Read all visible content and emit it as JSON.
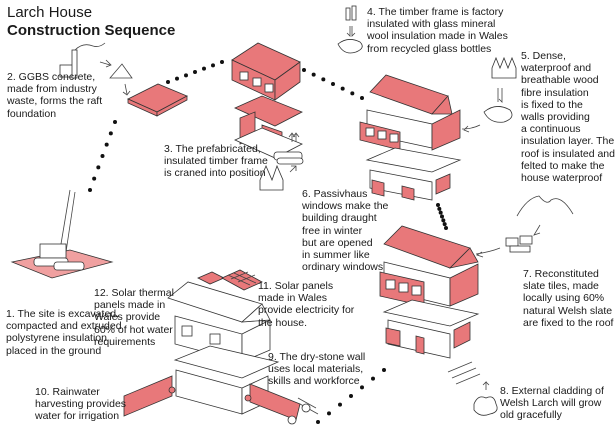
{
  "title": {
    "line1": "Larch House",
    "line2": "Construction Sequence"
  },
  "steps": [
    {
      "number": 1,
      "text": "1. The site is excavated,\ncompacted and extruded\npolystyrene insulation\nplaced in the ground"
    },
    {
      "number": 2,
      "text": "2. GGBS concrete,\nmade from industry\nwaste, forms the raft\nfoundation"
    },
    {
      "number": 3,
      "text": "3. The prefabricated,\ninsulated timber frame\nis craned into position"
    },
    {
      "number": 4,
      "text": "4. The timber frame is factory\ninsulated with glass mineral\nwool insulation made in Wales\nfrom recycled glass bottles"
    },
    {
      "number": 5,
      "text": "5. Dense,\nwaterproof and\nbreathable wood\nfibre insulation\nis fixed to the\nwalls providing\na continuous\ninsulation layer. The\nroof is insulated and\nfelted to make the\nhouse waterproof"
    },
    {
      "number": 6,
      "text": "6. Passivhaus\nwindows make the\nbuilding draught\nfree in winter\nbut are opened\nin summer like\nordinary windows"
    },
    {
      "number": 7,
      "text": "7. Reconstituted\nslate tiles, made\nlocally using 60%\nnatural Welsh slate\nare fixed to the roof"
    },
    {
      "number": 8,
      "text": "8. External cladding of\nWelsh Larch will grow\nold gracefully"
    },
    {
      "number": 9,
      "text": "9. The dry-stone wall\nuses local materials,\nskills and workforce"
    },
    {
      "number": 10,
      "text": "10. Rainwater\nharvesting provides\nwater for irrigation"
    },
    {
      "number": 11,
      "text": "11. Solar panels\nmade in Wales\nprovide electricity for\nthe house."
    },
    {
      "number": 12,
      "text": "12. Solar thermal\npanels made in\nWales provide\n60% of hot water\nrequirements"
    }
  ],
  "colors": {
    "accent": "#e8787a",
    "text": "#1a1a1a",
    "background": "#ffffff"
  }
}
